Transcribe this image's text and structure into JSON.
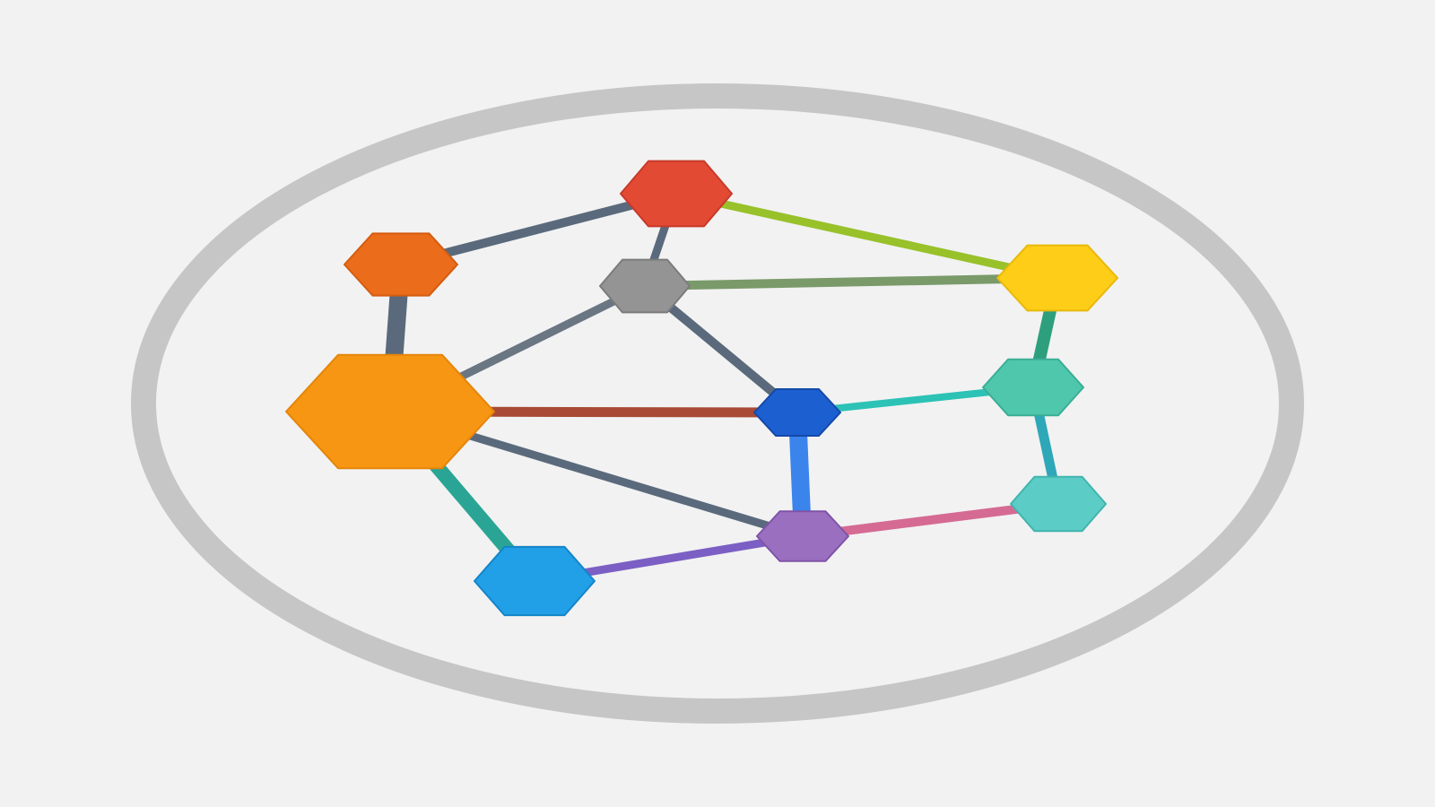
{
  "diagram": {
    "background": "#f2f2f2",
    "ring_color": "#c6c6c7",
    "nodes": [
      {
        "id": "red",
        "fill": "#e24a33",
        "stroke": "#c8392a"
      },
      {
        "id": "orange-small",
        "fill": "#eb6c1a",
        "stroke": "#d45c10"
      },
      {
        "id": "gray",
        "fill": "#949494",
        "stroke": "#7b7b7b"
      },
      {
        "id": "yellow",
        "fill": "#fecd17",
        "stroke": "#e9b80a"
      },
      {
        "id": "orange-large",
        "fill": "#f79612",
        "stroke": "#e4850a"
      },
      {
        "id": "blue-dark",
        "fill": "#1c5fd0",
        "stroke": "#1449a8"
      },
      {
        "id": "green-teal",
        "fill": "#4fc7ad",
        "stroke": "#3aae95"
      },
      {
        "id": "cyan",
        "fill": "#5ccdc6",
        "stroke": "#40b5ae"
      },
      {
        "id": "purple",
        "fill": "#9b6fc0",
        "stroke": "#7f53a8"
      },
      {
        "id": "blue-light",
        "fill": "#219fe7",
        "stroke": "#1585c8"
      }
    ],
    "edges": [
      {
        "from": "orange-small",
        "to": "red",
        "color": "#5a6a7c"
      },
      {
        "from": "red",
        "to": "gray",
        "color": "#5a6a7c"
      },
      {
        "from": "red",
        "to": "yellow",
        "color": "#98c12a"
      },
      {
        "from": "gray",
        "to": "yellow",
        "color": "#7a9a6a"
      },
      {
        "from": "orange-small",
        "to": "orange-large",
        "color": "#5a6a7c"
      },
      {
        "from": "gray",
        "to": "orange-large",
        "color": "#6a7682"
      },
      {
        "from": "gray",
        "to": "blue-dark",
        "color": "#5a6a7c"
      },
      {
        "from": "orange-large",
        "to": "blue-dark",
        "color": "#a84a36"
      },
      {
        "from": "blue-dark",
        "to": "green-teal",
        "color": "#2cc2b6"
      },
      {
        "from": "yellow",
        "to": "green-teal",
        "color": "#2e9f7c"
      },
      {
        "from": "green-teal",
        "to": "cyan",
        "color": "#2ea7b8"
      },
      {
        "from": "orange-large",
        "to": "purple",
        "color": "#5a6a7c"
      },
      {
        "from": "blue-dark",
        "to": "purple",
        "color": "#3a84ec"
      },
      {
        "from": "purple",
        "to": "cyan",
        "color": "#d56a93"
      },
      {
        "from": "orange-large",
        "to": "blue-light",
        "color": "#2aa595"
      },
      {
        "from": "blue-light",
        "to": "purple",
        "color": "#7b5fc4"
      }
    ]
  }
}
